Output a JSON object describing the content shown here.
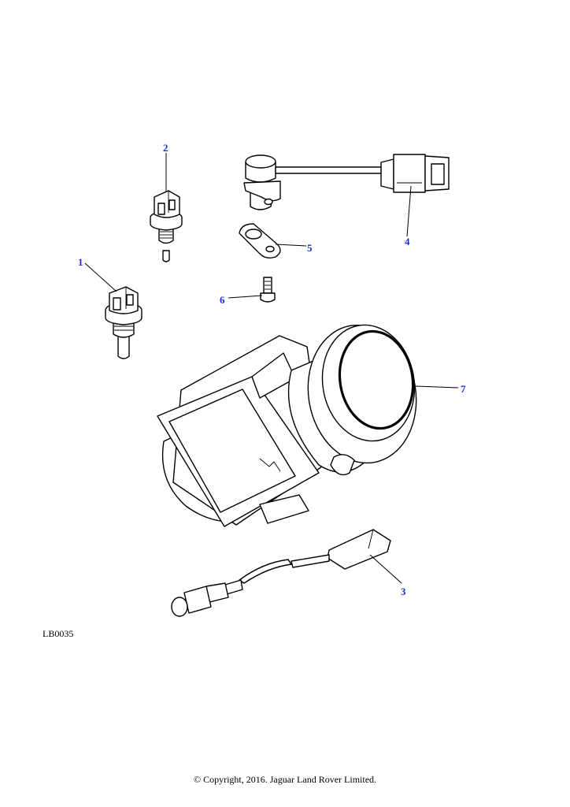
{
  "diagram": {
    "reference_code": "LB0035",
    "copyright": "© Copyright, 2016. Jaguar Land Rover Limited.",
    "callouts": [
      {
        "id": "1",
        "label": "1"
      },
      {
        "id": "2",
        "label": "2"
      },
      {
        "id": "3",
        "label": "3"
      },
      {
        "id": "4",
        "label": "4"
      },
      {
        "id": "5",
        "label": "5"
      },
      {
        "id": "6",
        "label": "6"
      },
      {
        "id": "7",
        "label": "7"
      }
    ],
    "colors": {
      "callout": "#1a2fd0",
      "line": "#000000",
      "background": "#ffffff"
    }
  }
}
